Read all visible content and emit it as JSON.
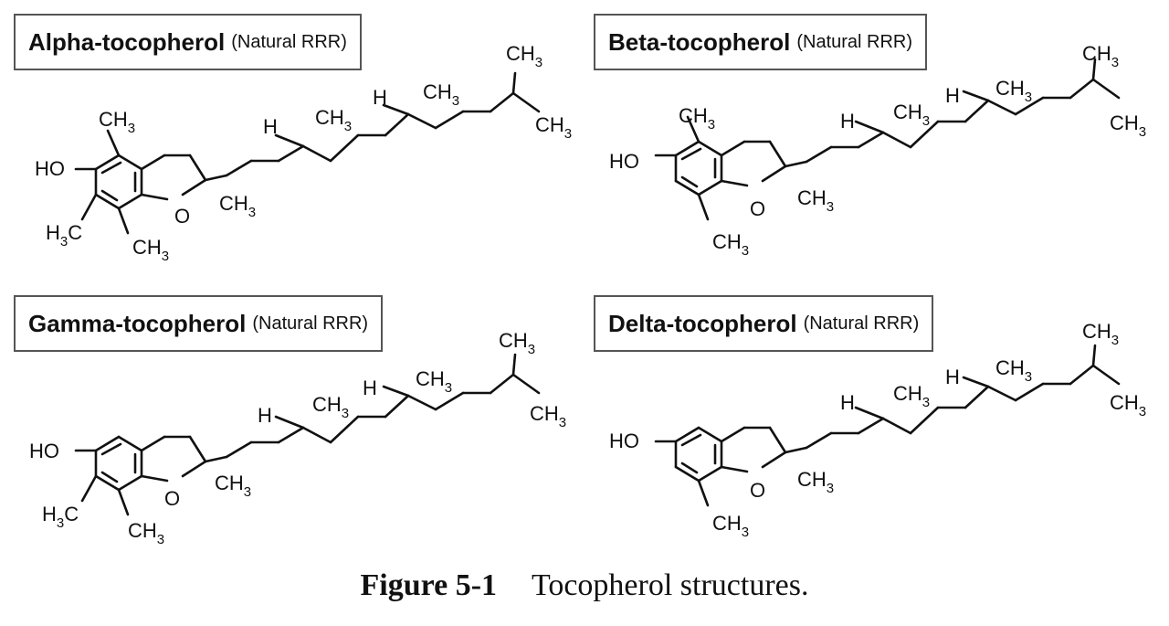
{
  "panels": [
    {
      "name": "Alpha-tocopherol",
      "note": "(Natural RRR)"
    },
    {
      "name": "Beta-tocopherol",
      "note": "(Natural RRR)"
    },
    {
      "name": "Gamma-tocopherol",
      "note": "(Natural RRR)"
    },
    {
      "name": "Delta-tocopherol",
      "note": "(Natural RRR)"
    }
  ],
  "atoms": {
    "hydroxyl": "HO",
    "oxygen": "O",
    "hydrogen": "H",
    "methyl": "CH",
    "methyl_sub": "3",
    "methyl_left_h": "H",
    "methyl_left_c": "C"
  },
  "caption": {
    "label": "Figure 5-1",
    "text": "Tocopherol structures."
  }
}
